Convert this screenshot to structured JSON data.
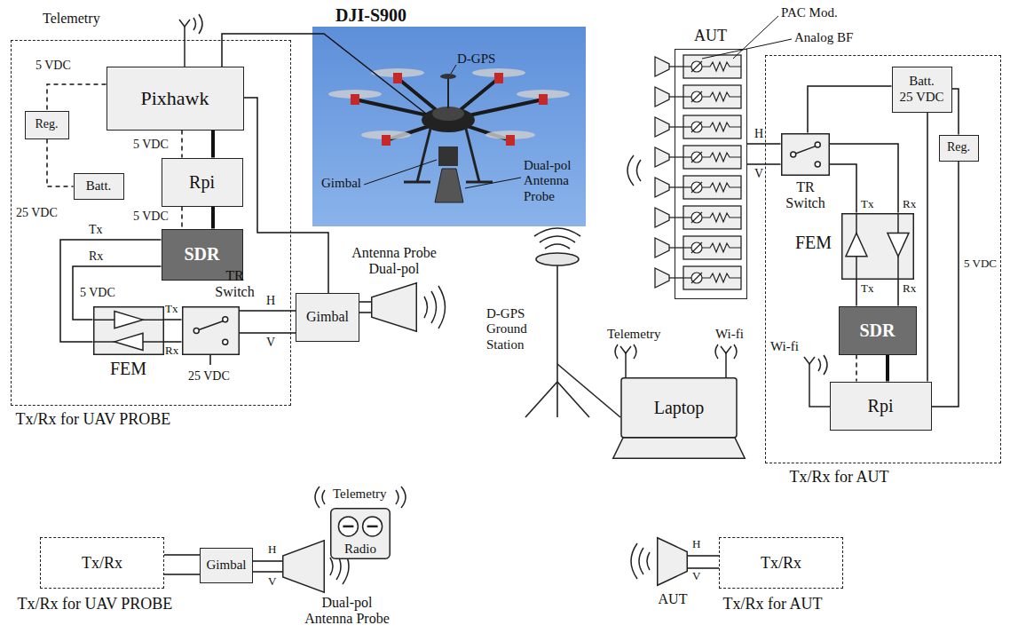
{
  "diagram": {
    "nodes": [
      {
        "text": [
          "Tx/Rx for UAV PROBE"
        ]
      },
      {
        "text": [
          "Pixhawk"
        ],
        "in": 0
      },
      {
        "text": [
          "Reg."
        ],
        "in": 0
      },
      {
        "text": [
          "Batt."
        ],
        "in": 0
      },
      {
        "text": [
          "Rpi"
        ],
        "in": 0
      },
      {
        "text": [
          "SDR"
        ],
        "in": 0
      },
      {
        "text": [
          "FEM"
        ],
        "in": 0
      },
      {
        "text": [
          "TR Switch"
        ],
        "in": 0
      },
      {
        "text": [
          "Gimbal"
        ]
      },
      {
        "text": [
          "Antenna Probe Dual-pol"
        ]
      },
      {
        "text": [
          "Radio"
        ]
      },
      {
        "text": [
          "Laptop"
        ]
      },
      {
        "text": [
          "AUT"
        ]
      },
      {
        "text": [
          "Tx/Rx for AUT"
        ]
      },
      {
        "text": [
          "Batt.",
          "25 VDC"
        ],
        "in": 13
      },
      {
        "text": [
          "Reg."
        ],
        "in": 13
      },
      {
        "text": [
          "TR Switch"
        ],
        "in": 13
      },
      {
        "text": [
          "FEM"
        ],
        "in": 13
      },
      {
        "text": [
          "SDR"
        ],
        "in": 13
      },
      {
        "text": [
          "Rpi"
        ],
        "in": 13
      },
      {
        "text": [
          "Tx/Rx",
          "Tx/Rx for UAV PROBE"
        ]
      },
      {
        "text": [
          "Gimbal"
        ]
      },
      {
        "text": [
          "Dual-pol Antenna Probe"
        ]
      },
      {
        "text": [
          "AUT"
        ]
      },
      {
        "text": [
          "Tx/Rx",
          "Tx/Rx for AUT"
        ]
      }
    ],
    "edges": [
      {
        "from": 1,
        "to": 4,
        "arrow": "none"
      },
      {
        "from": 1,
        "to": 4,
        "arrow": "none"
      },
      {
        "from": 4,
        "to": 5,
        "arrow": "none"
      },
      {
        "from": 4,
        "to": 5,
        "arrow": "none"
      },
      {
        "from": 5,
        "to": 6,
        "arrow": "none"
      },
      {
        "from": 5,
        "to": 6,
        "arrow": "none"
      },
      {
        "from": 6,
        "to": 7,
        "arrow": "none"
      },
      {
        "from": 6,
        "to": 7,
        "arrow": "none"
      },
      {
        "from": 7,
        "to": 8,
        "arrow": "none"
      },
      {
        "from": 7,
        "to": 8,
        "arrow": "none"
      },
      {
        "from": 8,
        "to": 9,
        "arrow": "none"
      },
      {
        "from": 8,
        "to": 9,
        "arrow": "none"
      },
      {
        "from": 1,
        "to": 8,
        "arrow": "none"
      },
      {
        "from": 1,
        "to": 2,
        "arrow": "none"
      },
      {
        "from": 2,
        "to": 3,
        "arrow": "none"
      },
      {
        "from": 12,
        "to": 16,
        "arrow": "none"
      },
      {
        "from": 12,
        "to": 16,
        "arrow": "none"
      },
      {
        "from": 16,
        "to": 17,
        "arrow": "none"
      },
      {
        "from": 16,
        "to": 17,
        "arrow": "none"
      },
      {
        "from": 17,
        "to": 18,
        "arrow": "none"
      },
      {
        "from": 17,
        "to": 18,
        "arrow": "none"
      },
      {
        "from": 18,
        "to": 19,
        "arrow": "none"
      },
      {
        "from": 18,
        "to": 19,
        "arrow": "none"
      },
      {
        "from": 14,
        "to": 16,
        "arrow": "none"
      },
      {
        "from": 14,
        "to": 19,
        "arrow": "none"
      },
      {
        "from": 14,
        "to": 15,
        "arrow": "none"
      },
      {
        "from": 15,
        "to": 19,
        "arrow": "none"
      },
      {
        "from": 20,
        "to": 21,
        "arrow": "none"
      },
      {
        "from": 20,
        "to": 21,
        "arrow": "none"
      },
      {
        "from": 21,
        "to": 22,
        "arrow": "none"
      },
      {
        "from": 21,
        "to": 22,
        "arrow": "none"
      },
      {
        "from": 23,
        "to": 24,
        "arrow": "none"
      },
      {
        "from": 23,
        "to": 24,
        "arrow": "none"
      }
    ],
    "labels": [
      "DJI-S900",
      "Telemetry",
      "5 VDC",
      "5 VDC",
      "25 VDC",
      "5 VDC",
      "Tx",
      "Rx",
      "5 VDC",
      "Tx",
      "Rx",
      "H",
      "V",
      "25 VDC",
      "D-GPS",
      "Gimbal",
      "Dual-pol Antenna Probe",
      "PAC Mod.",
      "Analog BF",
      "H",
      "V",
      "Tx",
      "Rx",
      "Tx",
      "Rx",
      "5 VDC",
      "Wi-fi",
      "Telemetry",
      "D-GPS Ground Station",
      "Telemetry",
      "Wi-fi",
      "H",
      "V",
      "H",
      "V"
    ]
  }
}
